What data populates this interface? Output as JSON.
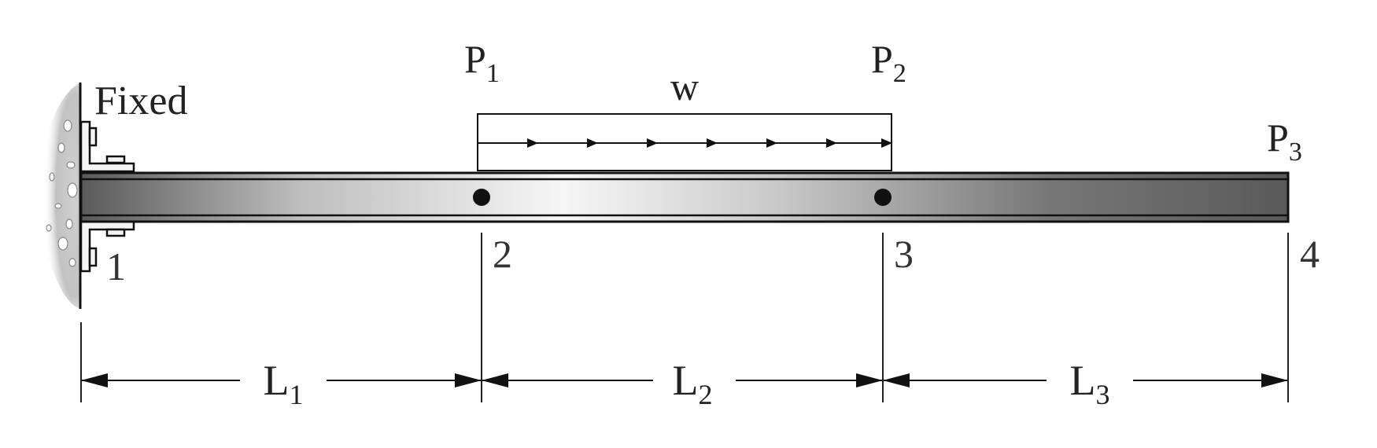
{
  "support": {
    "label": "Fixed"
  },
  "loads": {
    "p1": {
      "base": "P",
      "sub": "1"
    },
    "p2": {
      "base": "P",
      "sub": "2"
    },
    "p3": {
      "base": "P",
      "sub": "3"
    },
    "w": "w"
  },
  "nodes": [
    "1",
    "2",
    "3",
    "4"
  ],
  "dimensions": [
    {
      "base": "L",
      "sub": "1"
    },
    {
      "base": "L",
      "sub": "2"
    },
    {
      "base": "L",
      "sub": "3"
    }
  ],
  "colors": {
    "ink": "#111111",
    "beam_dark": "#6a6a6a",
    "beam_light": "#f4f4f4"
  }
}
